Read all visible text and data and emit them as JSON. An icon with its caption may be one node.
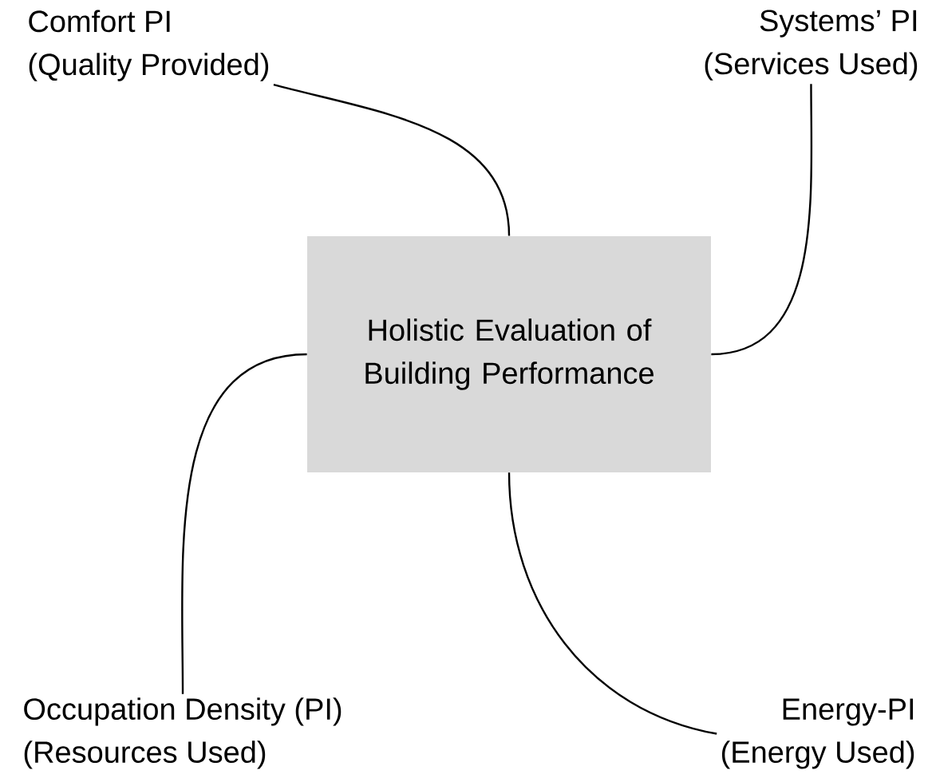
{
  "diagram": {
    "nodes": [
      {
        "text": [
          "Holistic Evaluation of Building Performance"
        ]
      },
      {
        "text": [
          "Comfort PI",
          "(Quality Provided)"
        ]
      },
      {
        "text": [
          "Systems’ PI",
          "(Services Used)"
        ]
      },
      {
        "text": [
          "Occupation Density (PI)",
          "(Resources Used)"
        ]
      },
      {
        "text": [
          "Energy-PI",
          "(Energy Used)"
        ]
      }
    ],
    "edges": [
      {
        "from": 0,
        "to": 1,
        "arrow": "none"
      },
      {
        "from": 0,
        "to": 2,
        "arrow": "none"
      },
      {
        "from": 0,
        "to": 3,
        "arrow": "none"
      },
      {
        "from": 0,
        "to": 4,
        "arrow": "none"
      }
    ]
  }
}
